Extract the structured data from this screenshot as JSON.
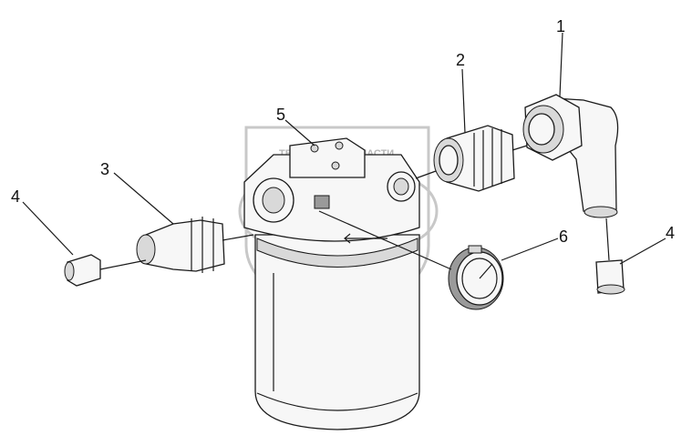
{
  "callouts": [
    {
      "label": "1"
    },
    {
      "label": "2"
    },
    {
      "label": "3"
    },
    {
      "label": "4"
    },
    {
      "label": "5"
    },
    {
      "label": "6"
    },
    {
      "label": "4"
    }
  ],
  "watermark": {
    "text": "ТЕХНИКА И ЗАПЧАСТИ"
  }
}
